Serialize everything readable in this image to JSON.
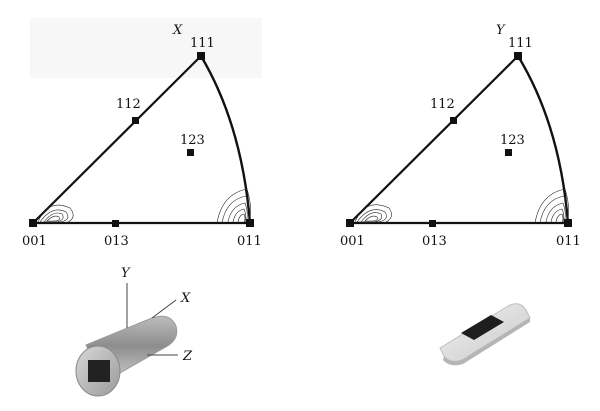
{
  "figure": {
    "panels": [
      {
        "axis_label": "X",
        "poles": [
          {
            "label": "111"
          },
          {
            "label": "112"
          },
          {
            "label": "123"
          },
          {
            "label": "001"
          },
          {
            "label": "013"
          },
          {
            "label": "011"
          }
        ]
      },
      {
        "axis_label": "Y",
        "poles": [
          {
            "label": "111"
          },
          {
            "label": "112"
          },
          {
            "label": "123"
          },
          {
            "label": "001"
          },
          {
            "label": "013"
          },
          {
            "label": "011"
          }
        ]
      }
    ],
    "specimen_left": {
      "axis_labels": {
        "y": "Y",
        "x": "X",
        "z": "Z"
      }
    },
    "specimen_right": {}
  }
}
